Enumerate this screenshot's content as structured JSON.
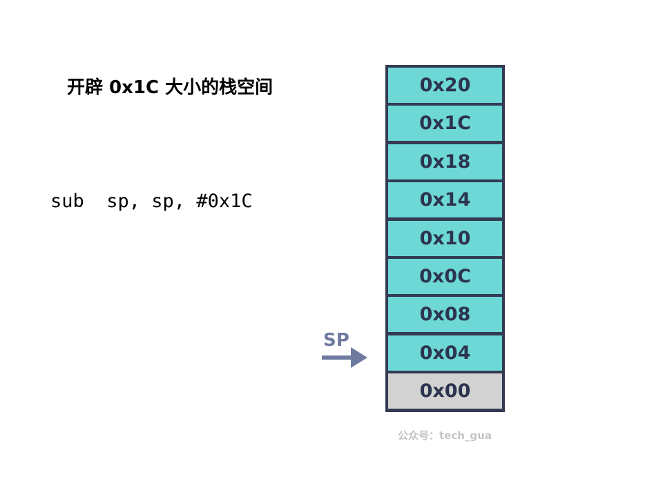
{
  "title": "开辟 0x1C 大小的栈空间",
  "instruction": "sub  sp, sp, #0x1C",
  "stack": {
    "cells": [
      {
        "label": "0x20",
        "state": "allocated"
      },
      {
        "label": "0x1C",
        "state": "allocated"
      },
      {
        "label": "0x18",
        "state": "allocated"
      },
      {
        "label": "0x14",
        "state": "allocated"
      },
      {
        "label": "0x10",
        "state": "allocated"
      },
      {
        "label": "0x0C",
        "state": "allocated"
      },
      {
        "label": "0x08",
        "state": "allocated"
      },
      {
        "label": "0x04",
        "state": "allocated"
      },
      {
        "label": "0x00",
        "state": "free"
      }
    ],
    "colors": {
      "allocated": "#6dd8d6",
      "free": "#d2d2d2",
      "border": "#333a52",
      "text": "#2c3450"
    }
  },
  "pointer": {
    "label": "SP",
    "points_to": "0x04",
    "color": "#6e7aa0"
  },
  "watermark": "公众号：tech_gua"
}
